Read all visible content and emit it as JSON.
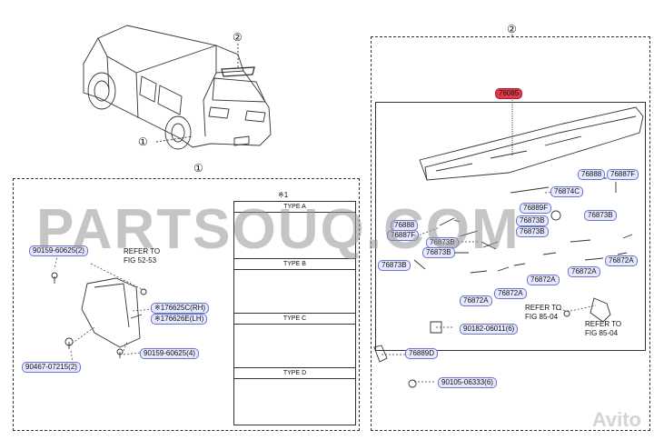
{
  "callouts": {
    "c1": "①",
    "c2": "②",
    "c1_panel": "①",
    "c2_panel": "②"
  },
  "left_panel": {
    "asterisk_note": "※1",
    "type_a": "TYPE A",
    "type_b": "TYPE B",
    "type_c": "TYPE C",
    "type_d": "TYPE D",
    "p_90159_2": "90159-60625(2)",
    "refer_1": "REFER TO",
    "refer_1b": "FIG 52-53",
    "p_rh": "※176625C(RH)",
    "p_lh": "※176626E(LH)",
    "p_90159_4": "90159-60625(4)",
    "p_90467": "90467-07215(2)"
  },
  "right_panel": {
    "p_76085": "76085",
    "p_76888_a": "76888",
    "p_76887f_a": "76887F",
    "p_76874c": "76874C",
    "p_76889f": "76889F",
    "p_76873b_a": "76873B",
    "p_76888_b": "76888",
    "p_76887f_b": "76887F",
    "p_76873b_b": "76873B",
    "p_76873b_c": "76873B",
    "p_76873b_d": "76873B",
    "p_76873b_e": "76873B",
    "p_76873b_f": "76873B",
    "p_76872a_a": "76872A",
    "p_76872a_b": "76872A",
    "p_76872a_c": "76872A",
    "p_76872a_d": "76872A",
    "p_76872a_e": "76872A",
    "refer_2": "REFER TO",
    "refer_2b": "FIG 85-04",
    "refer_3": "REFER TO",
    "refer_3b": "FIG 85-04",
    "p_90182": "90182-06011(6)",
    "p_76889d": "76889D",
    "p_90105": "90105-06333(6)"
  },
  "watermark": {
    "main": "PARTSOUQ.COM",
    "avito": "Avito"
  },
  "colors": {
    "label_fill": "#e6e9ff",
    "label_border": "#6a74c9",
    "highlight": "#e03a4a"
  }
}
